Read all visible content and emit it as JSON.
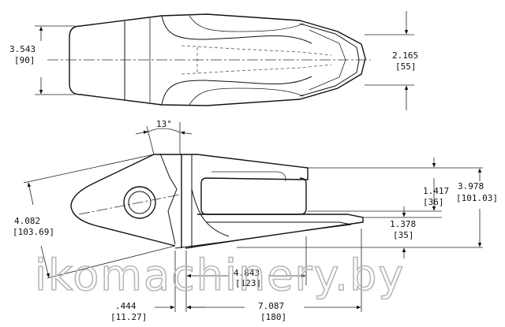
{
  "watermark": "ikomachinery.by",
  "top_view": {
    "overall_height": {
      "in": "3.543",
      "mm": "[90]"
    },
    "nose_height": {
      "in": "2.165",
      "mm": "[55]"
    }
  },
  "side_view": {
    "angle": "13°",
    "shank_diag": {
      "in": "4.082",
      "mm": "[103.69]"
    },
    "pocket_height": {
      "in": "1.417",
      "mm": "[36]"
    },
    "overall_height": {
      "in": "3.978",
      "mm": "[101.03]"
    },
    "nose_offset": {
      "in": "1.378",
      "mm": "[35]"
    },
    "pocket_length": {
      "in": "4.843",
      "mm": "[123]"
    },
    "offset": {
      "in": ".444",
      "mm": "[11.27]"
    },
    "overall_length": {
      "in": "7.087",
      "mm": "[180]"
    }
  }
}
